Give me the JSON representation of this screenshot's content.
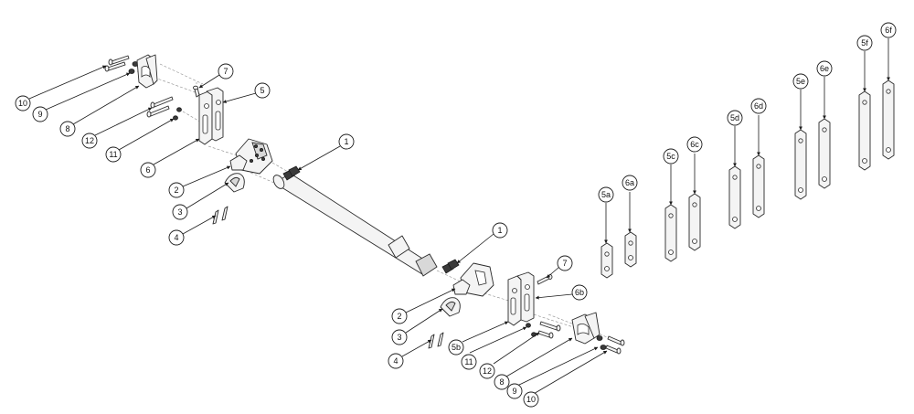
{
  "callouts": {
    "c1a": "1",
    "c1b": "1",
    "c2a": "2",
    "c2b": "2",
    "c3a": "3",
    "c3b": "3",
    "c4a": "4",
    "c4b": "4",
    "c5": "5",
    "c5a": "5a",
    "c5b": "5b",
    "c5c": "5c",
    "c5d": "5d",
    "c5e": "5e",
    "c5f": "5f",
    "c6": "6",
    "c6a": "6a",
    "c6b": "6b",
    "c6c": "6c",
    "c6d": "6d",
    "c6e": "6e",
    "c6f": "6f",
    "c7a": "7",
    "c7b": "7",
    "c8a": "8",
    "c8b": "8",
    "c9a": "9",
    "c9b": "9",
    "c10a": "10",
    "c10b": "10",
    "c11a": "11",
    "c11b": "11",
    "c12a": "12",
    "c12b": "12"
  },
  "colors": {
    "line": "#1a1a1a",
    "fill": "#f4f4f4",
    "dark": "#3a3a3a"
  }
}
